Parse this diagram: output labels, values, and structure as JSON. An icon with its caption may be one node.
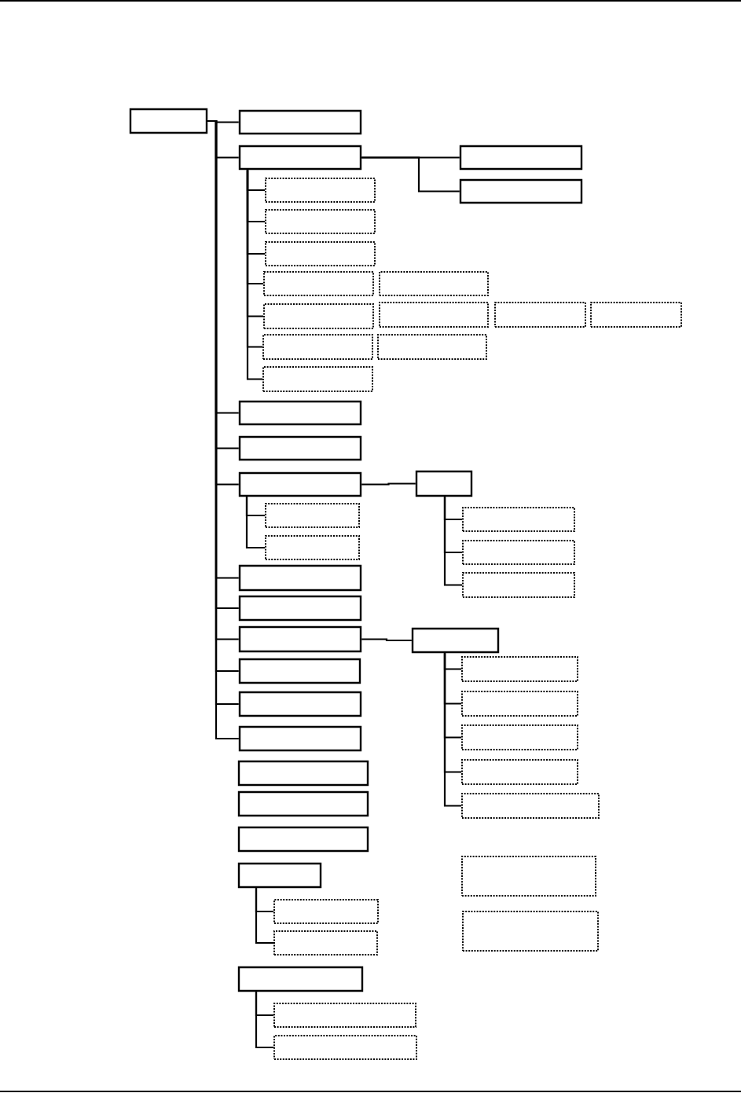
{
  "diagram": {
    "nodes": [
      {
        "text": [],
        "shape": "box"
      },
      {
        "text": [],
        "shape": "box"
      },
      {
        "text": [],
        "shape": "box"
      },
      {
        "text": [],
        "shape": "box"
      },
      {
        "text": [],
        "shape": "box"
      },
      {
        "text": [],
        "shape": "box"
      },
      {
        "text": [],
        "shape": "box"
      },
      {
        "text": [],
        "shape": "box"
      },
      {
        "text": [],
        "shape": "box"
      },
      {
        "text": [],
        "shape": "box"
      },
      {
        "text": [],
        "shape": "box"
      },
      {
        "text": [],
        "shape": "box"
      },
      {
        "text": [],
        "shape": "box"
      },
      {
        "text": [],
        "shape": "box"
      },
      {
        "text": [],
        "shape": "box"
      },
      {
        "text": [],
        "shape": "box"
      },
      {
        "text": [],
        "shape": "box"
      },
      {
        "text": [],
        "shape": "box"
      },
      {
        "text": [],
        "shape": "box"
      },
      {
        "text": [],
        "shape": "box"
      },
      {
        "text": [],
        "shape": "box"
      },
      {
        "text": [],
        "shape": "box"
      },
      {
        "text": [],
        "shape": "box"
      },
      {
        "text": [],
        "shape": "box"
      },
      {
        "text": [],
        "shape": "box"
      },
      {
        "text": [],
        "shape": "box"
      },
      {
        "text": [],
        "shape": "box"
      },
      {
        "text": [],
        "shape": "box"
      },
      {
        "text": [],
        "shape": "box"
      },
      {
        "text": [],
        "shape": "box"
      },
      {
        "text": [],
        "shape": "box"
      },
      {
        "text": [],
        "shape": "box"
      },
      {
        "text": [],
        "shape": "box"
      },
      {
        "text": [],
        "shape": "box"
      },
      {
        "text": [],
        "shape": "box"
      },
      {
        "text": [],
        "shape": "box"
      },
      {
        "text": [],
        "shape": "box"
      },
      {
        "text": [],
        "shape": "box"
      },
      {
        "text": [],
        "shape": "box"
      },
      {
        "text": [],
        "shape": "box"
      },
      {
        "text": [],
        "shape": "box"
      },
      {
        "text": [],
        "shape": "box"
      },
      {
        "text": [],
        "shape": "box"
      },
      {
        "text": [],
        "shape": "box"
      },
      {
        "text": [],
        "shape": "box"
      },
      {
        "text": [],
        "shape": "box"
      },
      {
        "text": [],
        "shape": "box"
      },
      {
        "text": [],
        "shape": "box"
      },
      {
        "text": [],
        "shape": "box"
      }
    ],
    "edges": [
      {
        "from": 0,
        "to": 1,
        "arrow": "none"
      },
      {
        "from": 0,
        "to": 2,
        "arrow": "none"
      },
      {
        "from": 0,
        "to": 17,
        "arrow": "none"
      },
      {
        "from": 0,
        "to": 18,
        "arrow": "none"
      },
      {
        "from": 0,
        "to": 19,
        "arrow": "none"
      },
      {
        "from": 0,
        "to": 25,
        "arrow": "none"
      },
      {
        "from": 0,
        "to": 27,
        "arrow": "none"
      },
      {
        "from": 0,
        "to": 28,
        "arrow": "none"
      },
      {
        "from": 0,
        "to": 30,
        "arrow": "none"
      },
      {
        "from": 0,
        "to": 32,
        "arrow": "none"
      },
      {
        "from": 0,
        "to": 34,
        "arrow": "none"
      },
      {
        "from": 2,
        "to": 3,
        "arrow": "none"
      },
      {
        "from": 2,
        "to": 5,
        "arrow": "none"
      },
      {
        "from": 2,
        "to": 4,
        "arrow": "none"
      },
      {
        "from": 2,
        "to": 6,
        "arrow": "none"
      },
      {
        "from": 2,
        "to": 7,
        "arrow": "none"
      },
      {
        "from": 2,
        "to": 8,
        "arrow": "none"
      },
      {
        "from": 2,
        "to": 10,
        "arrow": "none"
      },
      {
        "from": 2,
        "to": 14,
        "arrow": "none"
      },
      {
        "from": 2,
        "to": 16,
        "arrow": "none"
      },
      {
        "from": 19,
        "to": 20,
        "arrow": "none"
      },
      {
        "from": 19,
        "to": 21,
        "arrow": "none"
      },
      {
        "from": 19,
        "to": 23,
        "arrow": "none"
      },
      {
        "from": 20,
        "to": 22,
        "arrow": "none"
      },
      {
        "from": 20,
        "to": 24,
        "arrow": "none"
      },
      {
        "from": 20,
        "to": 26,
        "arrow": "none"
      },
      {
        "from": 28,
        "to": 29,
        "arrow": "none"
      },
      {
        "from": 29,
        "to": 31,
        "arrow": "none"
      },
      {
        "from": 29,
        "to": 33,
        "arrow": "none"
      },
      {
        "from": 29,
        "to": 35,
        "arrow": "none"
      },
      {
        "from": 29,
        "to": 37,
        "arrow": "none"
      },
      {
        "from": 29,
        "to": 39,
        "arrow": "none"
      },
      {
        "from": 41,
        "to": 43,
        "arrow": "none"
      },
      {
        "from": 41,
        "to": 45,
        "arrow": "none"
      },
      {
        "from": 46,
        "to": 47,
        "arrow": "none"
      },
      {
        "from": 46,
        "to": 48,
        "arrow": "none"
      }
    ]
  }
}
